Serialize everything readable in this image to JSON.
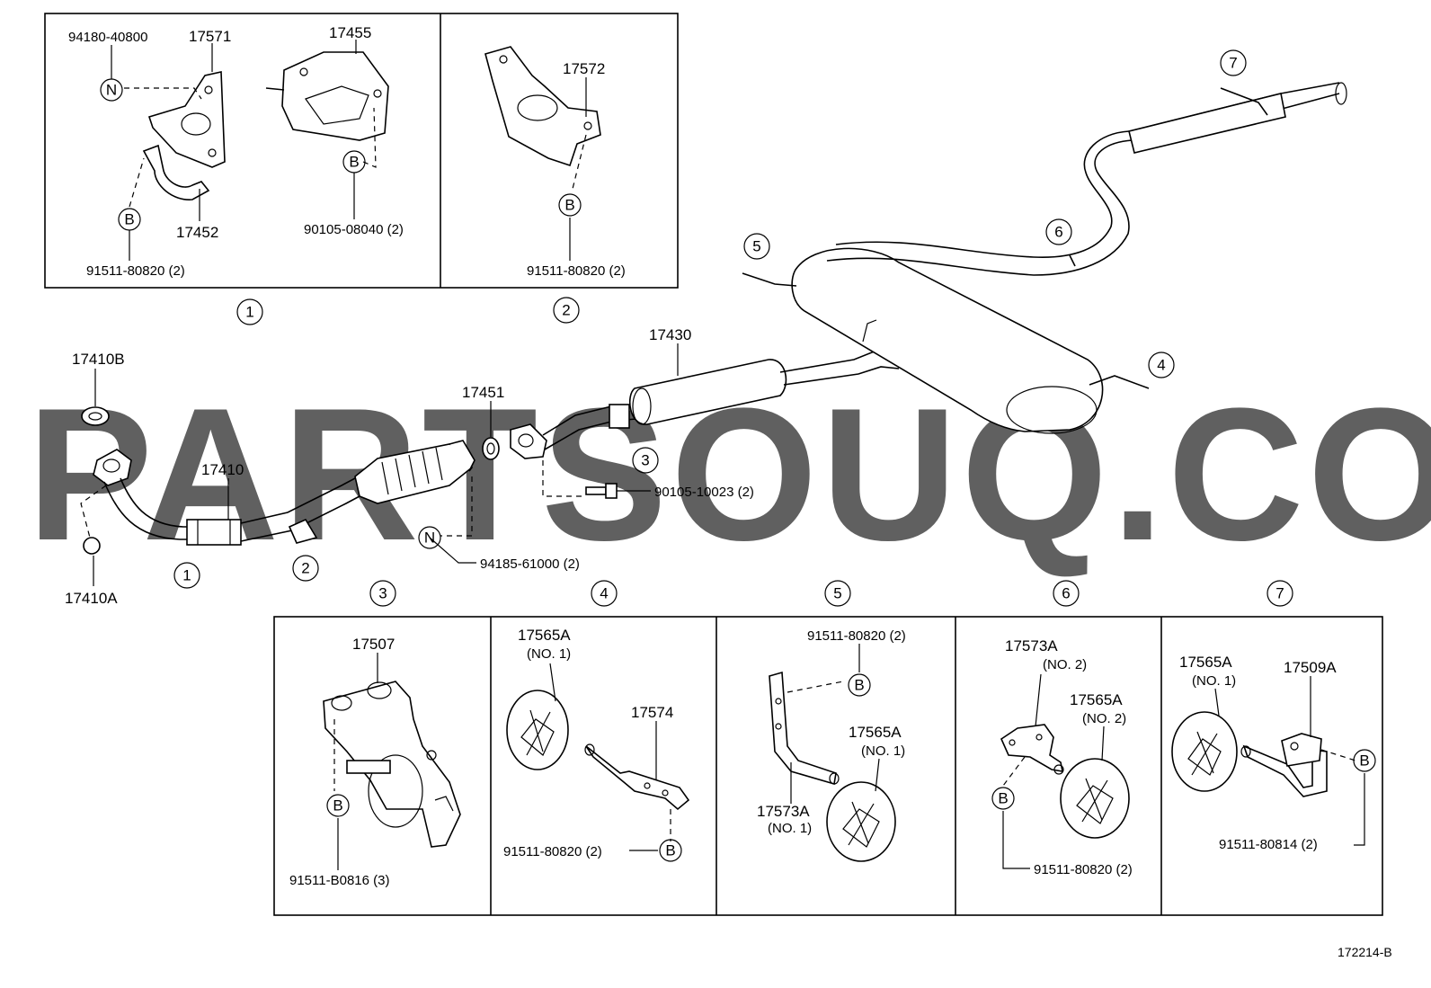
{
  "diagram_id": "172214-B",
  "watermark": "PARTSOUQ.COM",
  "callout_symbols": {
    "nut": "N",
    "bolt": "B"
  },
  "refs": [
    "1",
    "2",
    "3",
    "4",
    "5",
    "6",
    "7"
  ],
  "main_parts": {
    "front_pipe": "17410",
    "front_gasket": "17410B",
    "front_ring": "17410A",
    "center_gasket": "17451",
    "center_pipe": "17430",
    "bolt_main": "90105-10023 (2)",
    "nut_main": "94185-61000 (2)"
  },
  "box1": {
    "nut": "94180-40800",
    "bracket": "17571",
    "support": "17455",
    "clamp": "17452",
    "bolt_a": "90105-08040 (2)",
    "bolt_b": "91511-80820 (2)"
  },
  "box2": {
    "bracket": "17572",
    "bolt": "91511-80820 (2)"
  },
  "box3": {
    "bracket": "17507",
    "bolt": "91511-B0816 (3)"
  },
  "box4": {
    "hanger": "17565A",
    "hanger_note": "(NO. 1)",
    "bracket": "17574",
    "bolt": "91511-80820 (2)"
  },
  "box5": {
    "bolt": "91511-80820 (2)",
    "hanger": "17565A",
    "hanger_note": "(NO. 1)",
    "bracket": "17573A",
    "bracket_note": "(NO. 1)"
  },
  "box6": {
    "bracket": "17573A",
    "bracket_note": "(NO. 2)",
    "hanger": "17565A",
    "hanger_note": "(NO. 2)",
    "bolt": "91511-80820 (2)"
  },
  "box7": {
    "hanger": "17565A",
    "hanger_note": "(NO. 1)",
    "bracket": "17509A",
    "bolt": "91511-80814 (2)"
  }
}
